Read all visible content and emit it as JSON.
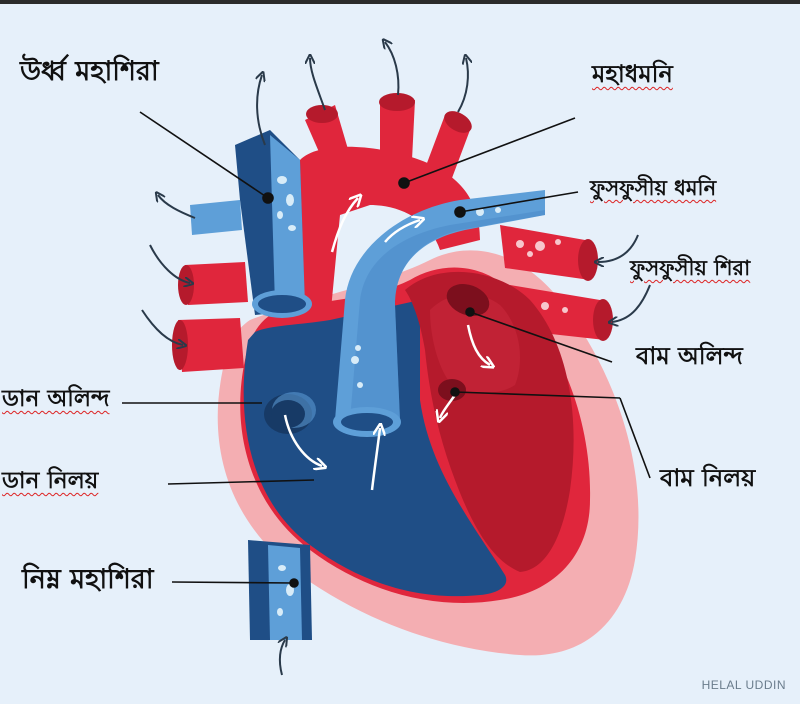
{
  "labels": {
    "superior_vena_cava": "উর্ধ্ব মহাশিরা",
    "aorta": "মহাধমনি",
    "pulmonary_artery": "ফুসফুসীয় ধমনি",
    "pulmonary_vein": "ফুসফুসীয় শিরা",
    "left_atrium": "বাম অলিন্দ",
    "right_atrium": "ডান অলিন্দ",
    "left_ventricle": "বাম নিলয়",
    "right_ventricle": "ডান নিলয়",
    "inferior_vena_cava": "নিম্ন মহাশিরা"
  },
  "watermark": "HELAL UDDIN",
  "colors": {
    "background": "#e6f0fa",
    "oxygenated_red": "#e0263c",
    "dark_red": "#b51a2c",
    "deoxygenated_blue": "#1f4e86",
    "light_blue": "#5e9fd8",
    "pericardium_pink": "#f4aeb2"
  }
}
